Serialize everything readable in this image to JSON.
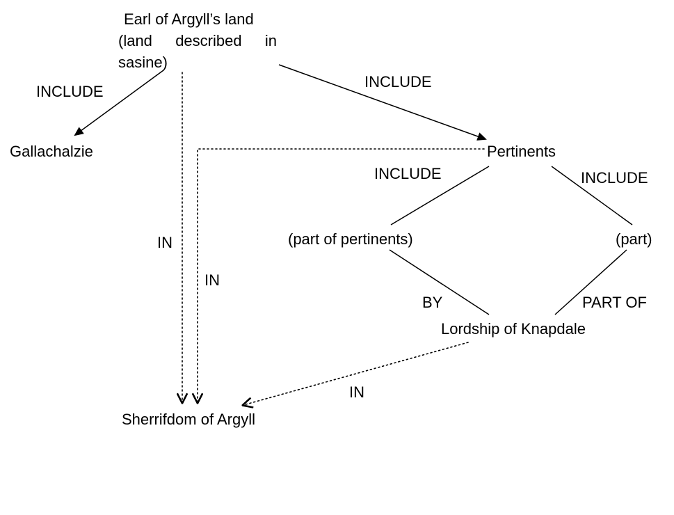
{
  "diagram": {
    "title": "Earl of Argyll's land relationship diagram",
    "colors": {
      "background": "#ffffff",
      "text": "#000000",
      "line": "#000000"
    },
    "nodes": {
      "earl": {
        "line1": "Earl of Argyll’s land",
        "line2": "(land described in",
        "line3": "sasine)"
      },
      "gallachalzie": {
        "label": "Gallachalzie"
      },
      "pertinents": {
        "label": "Pertinents"
      },
      "part_of_pertinents": {
        "label": "(part of pertinents)"
      },
      "part": {
        "label": "(part)"
      },
      "lordship": {
        "label": "Lordship of Knapdale"
      },
      "sherrifdom": {
        "label": "Sherrifdom of Argyll"
      }
    },
    "edge_labels": {
      "include_gallachalzie": "INCLUDE",
      "include_pertinents": "INCLUDE",
      "include_part_of_pertinents": "INCLUDE",
      "include_part": "INCLUDE",
      "in_left": "IN",
      "in_mid": "IN",
      "by": "BY",
      "part_of": "PART OF",
      "in_bottom": "IN"
    }
  }
}
